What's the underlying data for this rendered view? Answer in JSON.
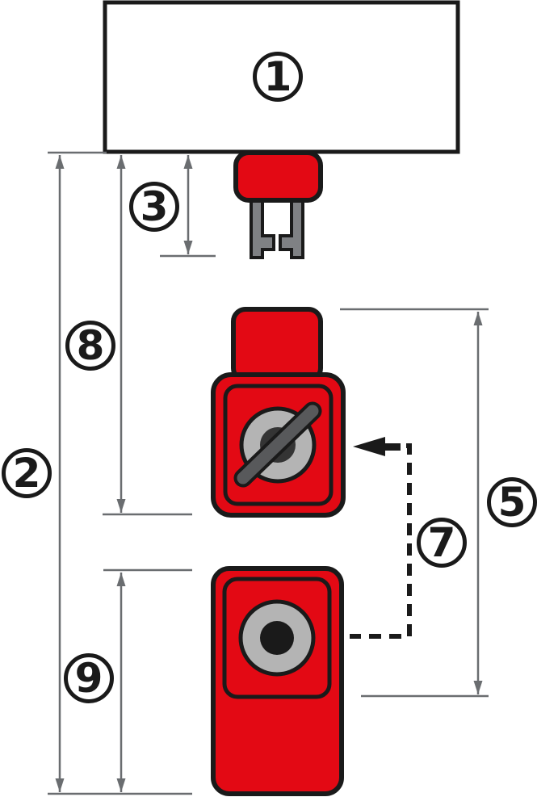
{
  "figure": {
    "kind": "technical-installation-diagram",
    "description_visible_text_only": true
  },
  "colors": {
    "red": "#e30914",
    "outline": "#1a1a1a",
    "detector_gray": "#b4b4b4",
    "hub_gray": "#343434",
    "bar_gray": "#58595b",
    "prong_gray": "#7f8184",
    "dim_gray": "#6a6d70",
    "bg": "#ffffff"
  },
  "callouts": {
    "c1": {
      "label": "1"
    },
    "c2": {
      "label": "2"
    },
    "c3": {
      "label": "3"
    },
    "c5": {
      "label": "5"
    },
    "c7": {
      "label": "7"
    },
    "c8": {
      "label": "8"
    },
    "c9": {
      "label": "9"
    }
  }
}
